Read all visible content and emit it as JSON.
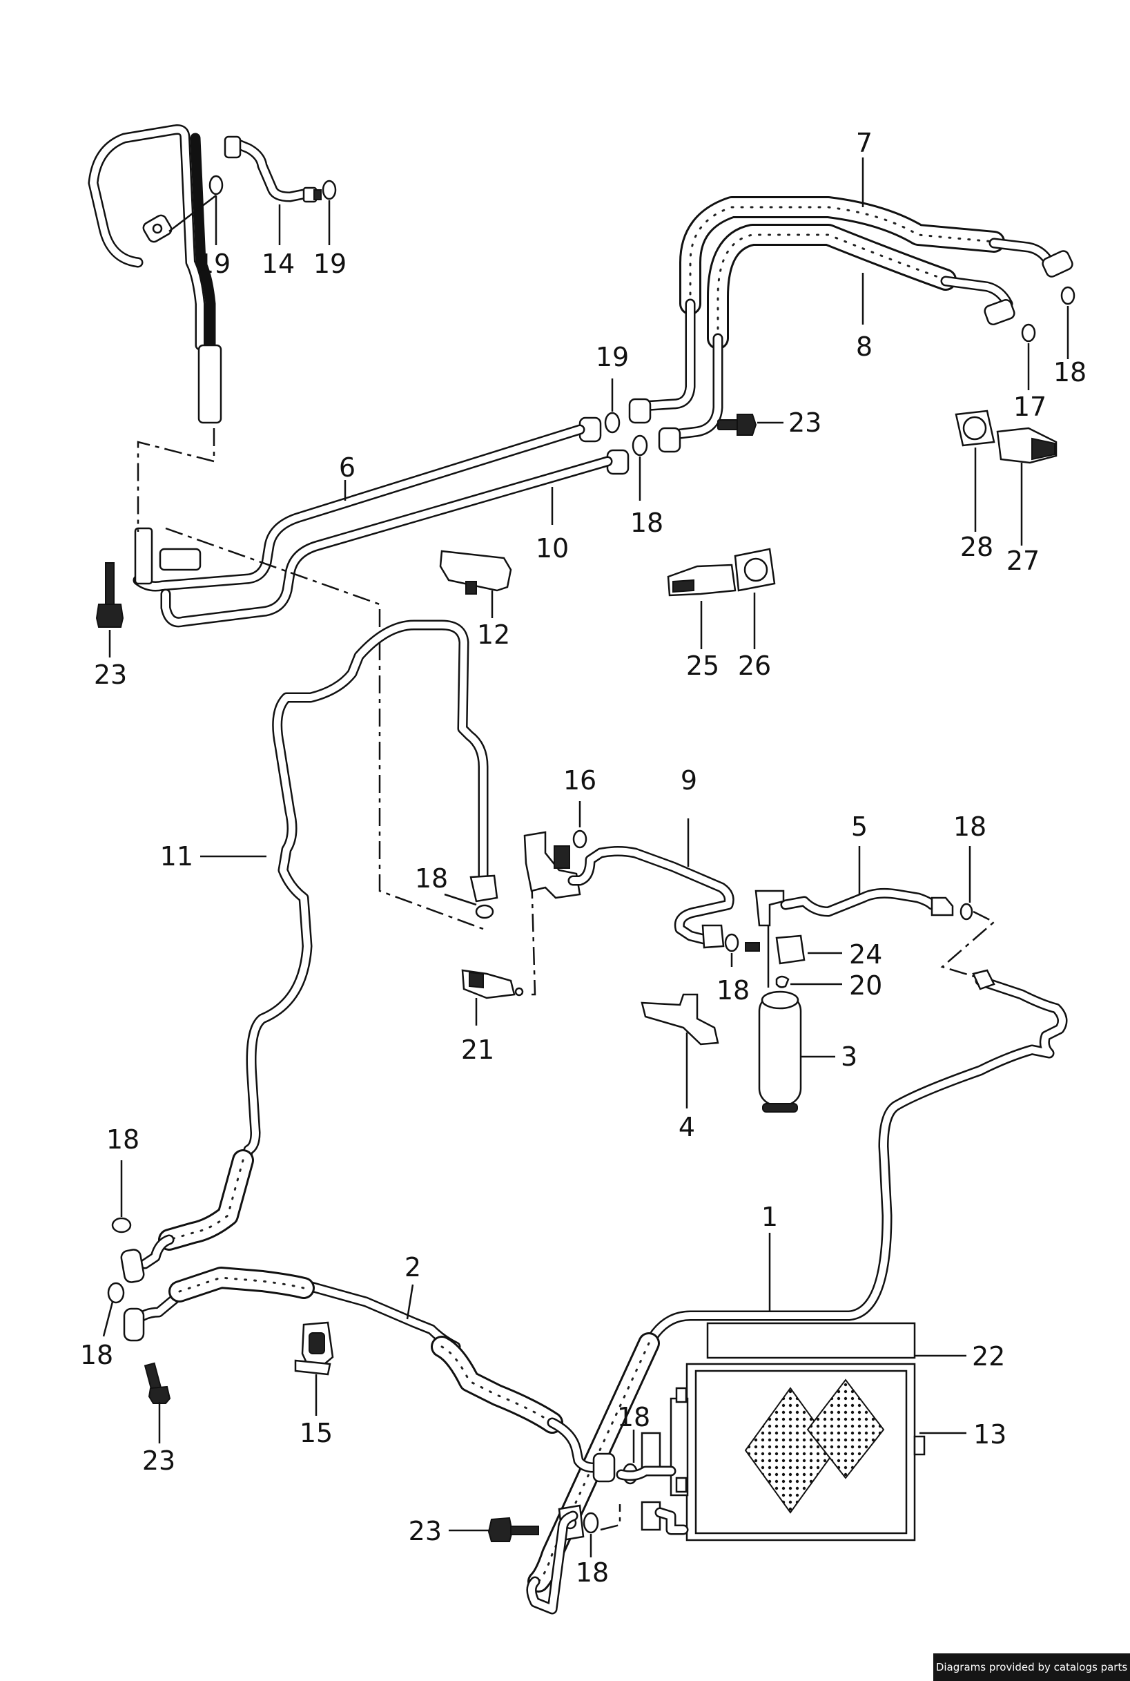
{
  "callouts": {
    "c1": "1",
    "c2": "2",
    "c3": "3",
    "c4": "4",
    "c5": "5",
    "c6": "6",
    "c7": "7",
    "c8": "8",
    "c9": "9",
    "c10": "10",
    "c11": "11",
    "c12": "12",
    "c13": "13",
    "c14": "14",
    "c15": "15",
    "c16": "16",
    "c17": "17",
    "c18": "18",
    "c19": "19",
    "c20": "20",
    "c21": "21",
    "c22": "22",
    "c23": "23",
    "c24": "24",
    "c25": "25",
    "c26": "26",
    "c27": "27",
    "c28": "28"
  },
  "footer": {
    "credit": "Diagrams provided by catalogs parts"
  },
  "colors": {
    "line": "#111111",
    "background": "#ffffff",
    "footer_bg": "#151515",
    "footer_text": "#ffffff"
  }
}
